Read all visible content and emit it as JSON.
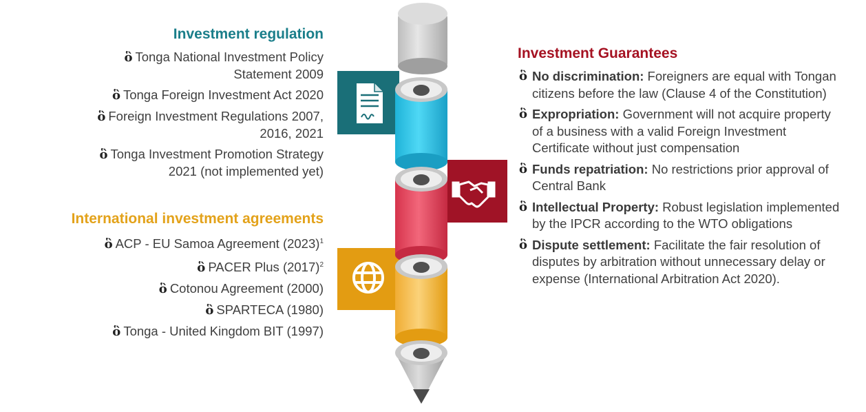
{
  "regulation": {
    "title": "Investment regulation",
    "title_color": "#1a7e8a",
    "items": [
      {
        "line1": "Tonga National Investment Policy",
        "line2": "Statement 2009"
      },
      {
        "line1": "Tonga Foreign Investment Act 2020"
      },
      {
        "line1": "Foreign Investment Regulations 2007,",
        "line2": "2016, 2021"
      },
      {
        "line1": "Tonga Investment Promotion Strategy",
        "line2": "2021 (not implemented yet)"
      }
    ]
  },
  "agreements": {
    "title": "International investment agreements",
    "title_color": "#e3a21a",
    "items": [
      {
        "text": "ACP - EU Samoa Agreement (2023)",
        "sup": "1"
      },
      {
        "text": "PACER Plus (2017)",
        "sup": "2"
      },
      {
        "text": "Cotonou Agreement (2000)"
      },
      {
        "text": "SPARTECA (1980)"
      },
      {
        "text": "Tonga - United Kingdom BIT (1997)"
      }
    ]
  },
  "guarantees": {
    "title": "Investment Guarantees",
    "title_color": "#a51222",
    "items": [
      {
        "label": "No discrimination:",
        "text": "Foreigners are equal with Tongan citizens before the law (Clause 4 of the Constitution)"
      },
      {
        "label": "Expropriation:",
        "text": "Government will not acquire property of a business with a valid Foreign Investment Certificate without just compensation"
      },
      {
        "label": "Funds repatriation:",
        "text": "No restrictions prior approval of Central Bank"
      },
      {
        "label": "Intellectual Property:",
        "text": "Robust legislation implemented by the IPCR according to the WTO obligations"
      },
      {
        "label": "Dispute settlement:",
        "text": "Facilitate the fair resolution of disputes by arbitration without unnecessary delay or expense (International Arbitration Act 2020)."
      }
    ]
  },
  "bullet_glyph": "ὃ",
  "icons": {
    "document": "document-icon",
    "handshake": "handshake-icon",
    "globe": "globe-icon"
  },
  "colors": {
    "teal": "#1a6f78",
    "cyan": "#2ec6e8",
    "crimson": "#a01326",
    "red": "#e8475f",
    "amber": "#e39c12",
    "yellow": "#f7c15a",
    "eraser": "#cfcfcf"
  }
}
